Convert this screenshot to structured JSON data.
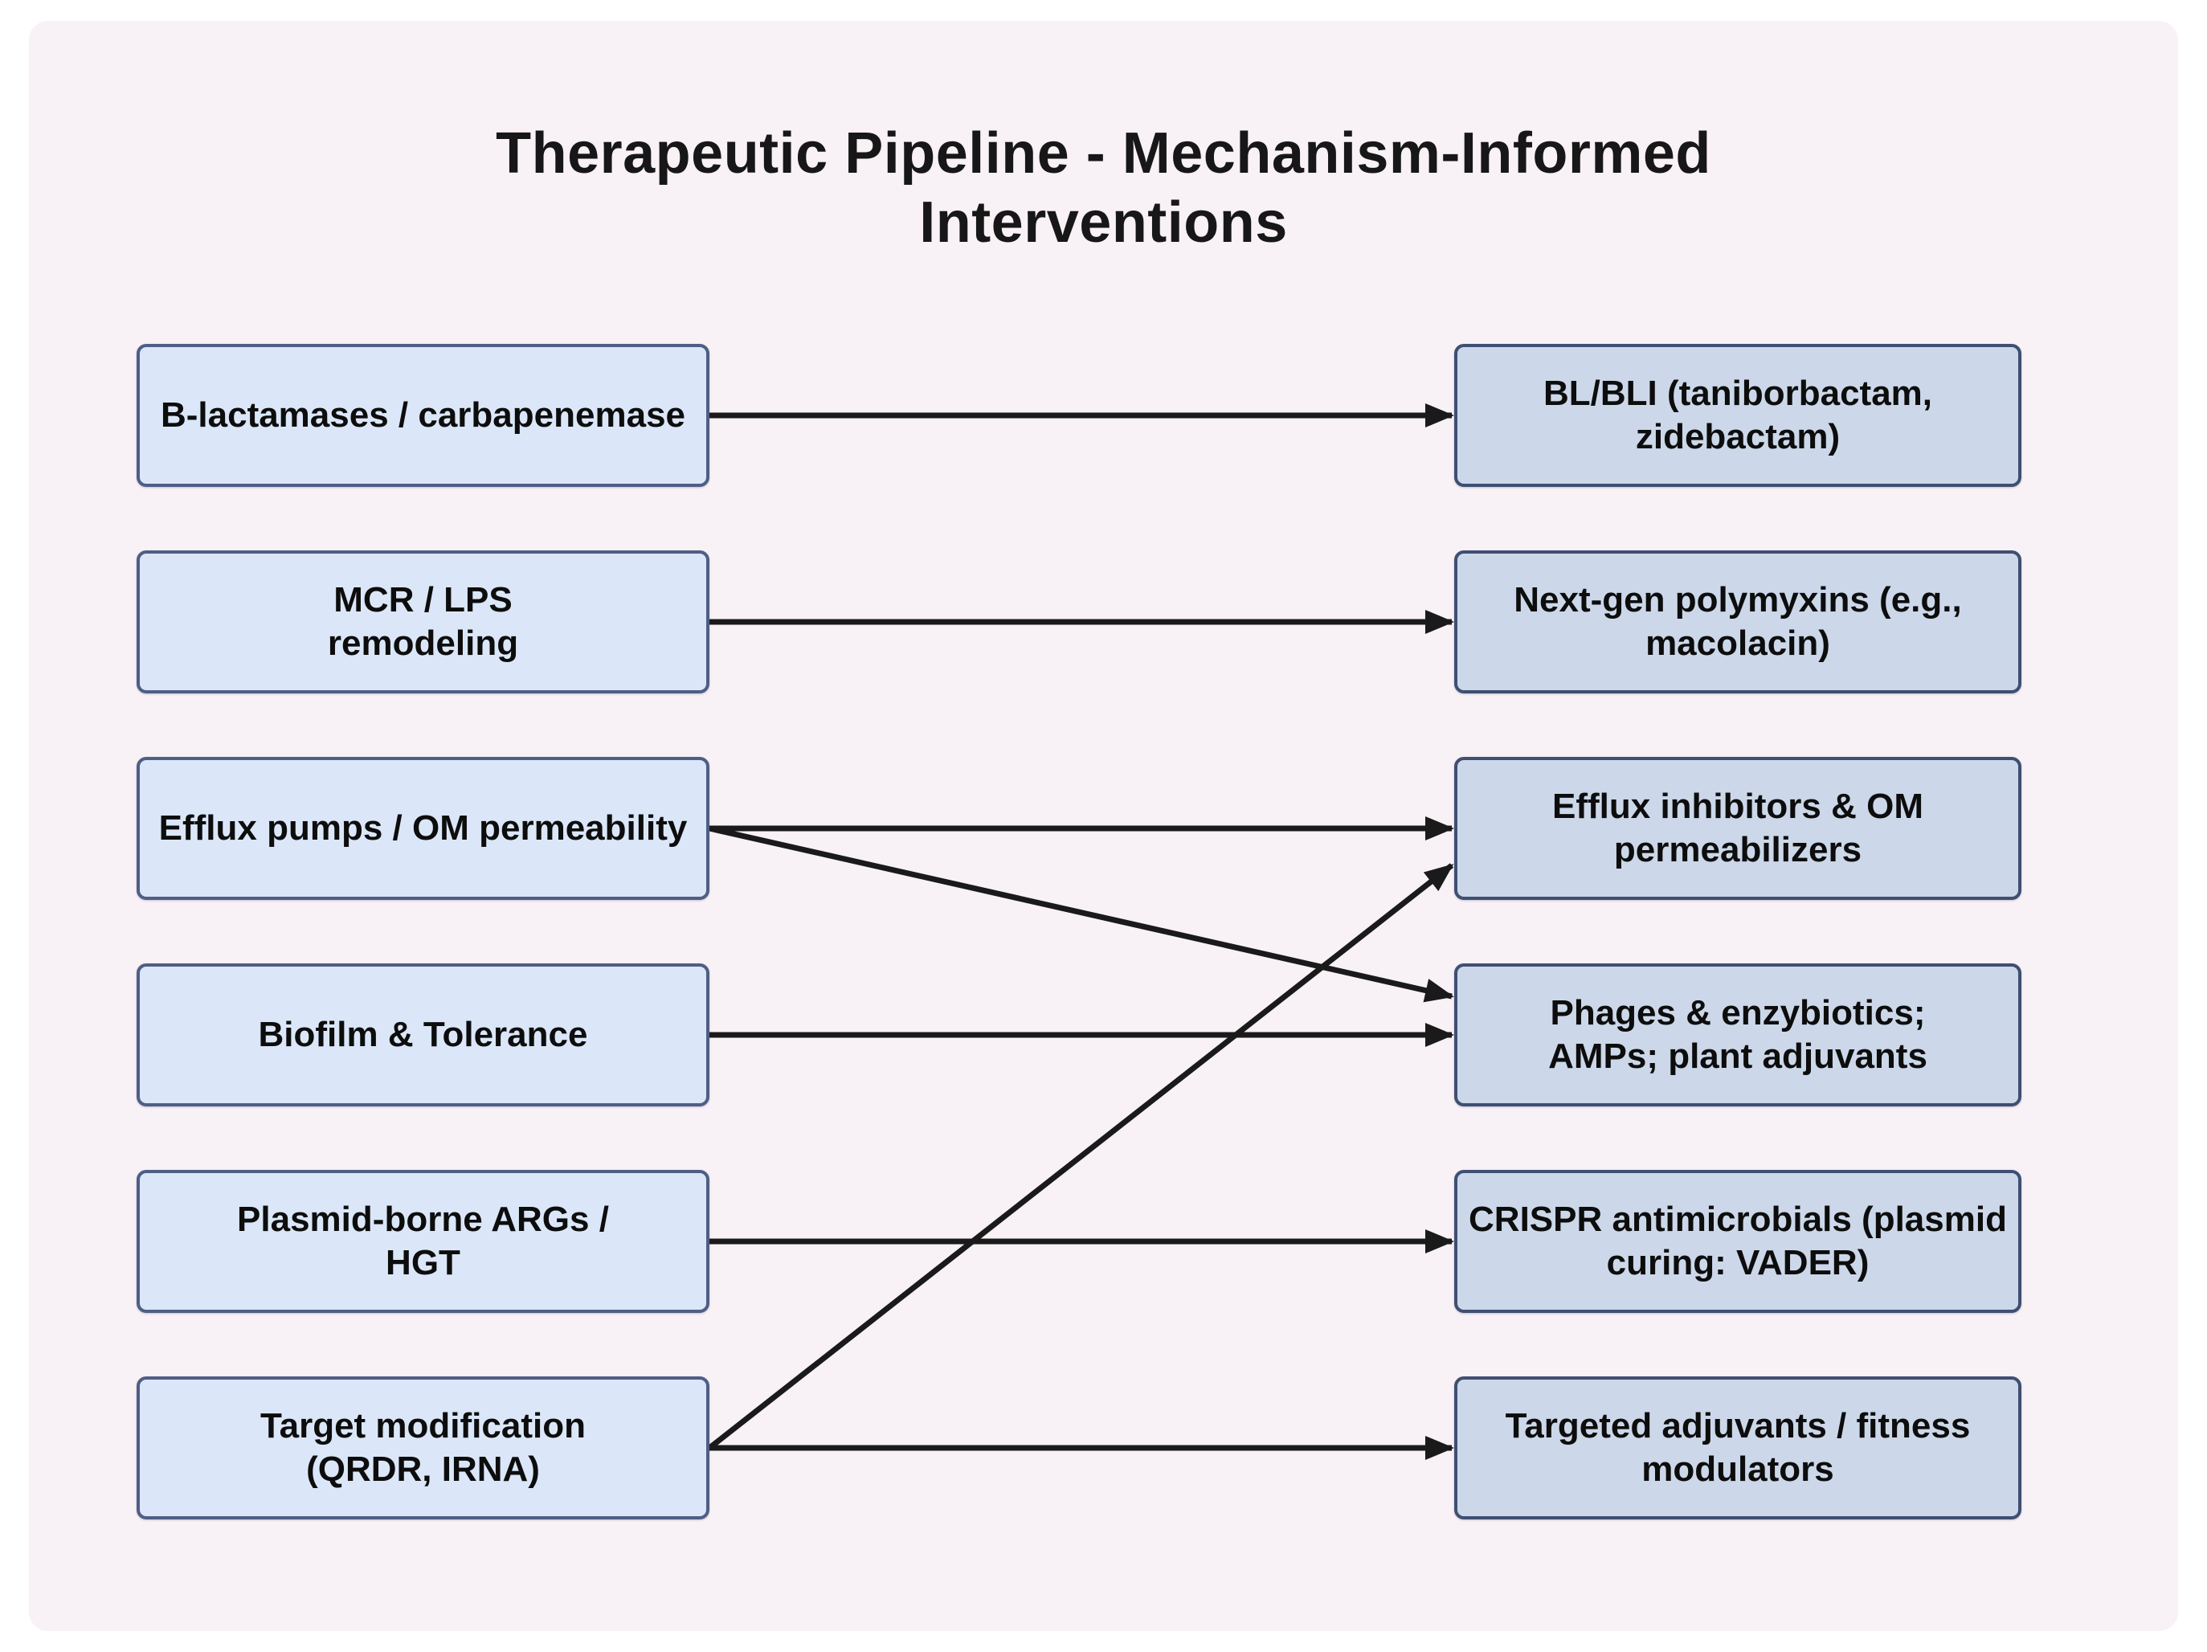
{
  "title": {
    "line1": "Therapeutic Pipeline - Mechanism-Informed",
    "line2": "Interventions"
  },
  "colors": {
    "page_background": "#ffffff",
    "panel_background": "#f8f1f6",
    "left_node_fill": "#dbe7f8",
    "left_node_border": "#4f5e85",
    "right_node_fill": "#ccd8e9",
    "right_node_border": "#3f4f72",
    "arrow": "#1a1a1a",
    "text": "#0d0d0d"
  },
  "nodes": {
    "left": [
      {
        "id": "b-lactamases",
        "lines": [
          "B-lactamases / carbapenemase"
        ]
      },
      {
        "id": "mcr-lps",
        "lines": [
          "MCR / LPS",
          "remodeling"
        ]
      },
      {
        "id": "efflux-pumps",
        "lines": [
          "Efflux pumps / OM permeability"
        ]
      },
      {
        "id": "biofilm-tolerance",
        "lines": [
          "Biofilm & Tolerance"
        ]
      },
      {
        "id": "plasmid-args",
        "lines": [
          "Plasmid-borne ARGs /",
          "HGT"
        ]
      },
      {
        "id": "target-modification",
        "lines": [
          "Target modification",
          "(QRDR, IRNA)"
        ]
      }
    ],
    "right": [
      {
        "id": "bl-bli",
        "lines": [
          "BL/BLI (taniborbactam,",
          "zidebactam)"
        ]
      },
      {
        "id": "next-gen-polymyxins",
        "lines": [
          "Next-gen polymyxins (e.g.,",
          "macolacin)"
        ]
      },
      {
        "id": "efflux-inhibitors",
        "lines": [
          "Efflux inhibitors & OM",
          "permeabilizers"
        ]
      },
      {
        "id": "phages-enzybiotics",
        "lines": [
          "Phages & enzybiotics;",
          "AMPs; plant adjuvants"
        ]
      },
      {
        "id": "crispr-antimicrobials",
        "lines": [
          "CRISPR antimicrobials (plasmid",
          "curing: VADER)"
        ]
      },
      {
        "id": "targeted-adjuvants",
        "lines": [
          "Targeted adjuvants / fitness",
          "modulators"
        ]
      }
    ]
  },
  "connections": [
    {
      "from": "b-lactamases",
      "to": "bl-bli"
    },
    {
      "from": "mcr-lps",
      "to": "next-gen-polymyxins"
    },
    {
      "from": "efflux-pumps",
      "to": "efflux-inhibitors"
    },
    {
      "from": "efflux-pumps",
      "to": "phages-enzybiotics"
    },
    {
      "from": "biofilm-tolerance",
      "to": "phages-enzybiotics"
    },
    {
      "from": "plasmid-args",
      "to": "crispr-antimicrobials"
    },
    {
      "from": "target-modification",
      "to": "targeted-adjuvants"
    },
    {
      "from": "target-modification",
      "to": "efflux-inhibitors"
    }
  ]
}
